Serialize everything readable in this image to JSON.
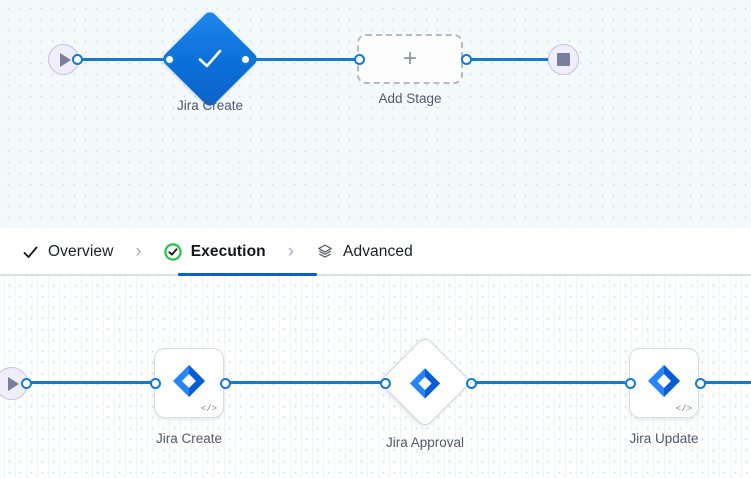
{
  "top_canvas": {
    "name": "pipeline-overview-canvas",
    "start_node": {
      "icon": "play-icon",
      "label": ""
    },
    "stop_node": {
      "icon": "stop-icon",
      "label": ""
    },
    "stages": [
      {
        "id": "jira-create",
        "label": "Jira Create",
        "icon": "check-icon",
        "shape": "diamond",
        "state": "success"
      },
      {
        "id": "add-stage",
        "label": "Add Stage",
        "icon": "plus-icon",
        "shape": "dashed-rect",
        "state": "empty"
      }
    ]
  },
  "tabs": {
    "items": [
      {
        "id": "overview",
        "label": "Overview",
        "icon": "check-icon",
        "active": false
      },
      {
        "id": "execution",
        "label": "Execution",
        "icon": "check-circle-green-icon",
        "active": true
      },
      {
        "id": "advanced",
        "label": "Advanced",
        "icon": "layers-hexagon-icon",
        "active": false
      }
    ],
    "separator": "›",
    "active_color": "#0b5fce"
  },
  "bottom_canvas": {
    "name": "execution-steps-canvas",
    "start_node": {
      "icon": "play-icon"
    },
    "steps": [
      {
        "id": "jira-create",
        "label": "Jira Create",
        "icon": "jira-icon",
        "shape": "rounded-square",
        "badge": "</>"
      },
      {
        "id": "jira-approval",
        "label": "Jira Approval",
        "icon": "jira-icon",
        "shape": "diamond",
        "badge": ""
      },
      {
        "id": "jira-update",
        "label": "Jira Update",
        "icon": "jira-icon",
        "shape": "rounded-square",
        "badge": "</>"
      }
    ]
  },
  "colors": {
    "connector": "#1479d0",
    "jira_light": "#2684ff",
    "jira_dark": "#0052cc",
    "success_green": "#21c546",
    "stage_blue": "#0b6fd8"
  }
}
